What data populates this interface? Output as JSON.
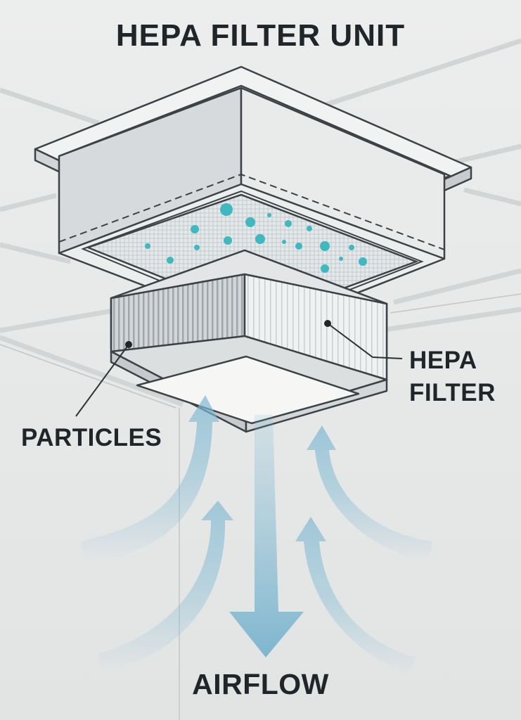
{
  "diagram": {
    "title": "HEPA FILTER UNIT",
    "labels": {
      "particles": "PARTICLES",
      "hepa_filter_line1": "HEPA",
      "hepa_filter_line2": "FILTER",
      "airflow": "AIRFLOW"
    },
    "colors": {
      "background": "#e9eaea",
      "housing_light": "#eeefef",
      "housing_mid": "#d9dbdc",
      "housing_dark": "#c4c7c9",
      "outline": "#3c4246",
      "filter_pleats": "#b8bec2",
      "particle": "#3fb8c0",
      "airflow_arrow": "#7fb9d3",
      "diffuser": "#f6f6f4",
      "text": "#1f2529"
    }
  }
}
